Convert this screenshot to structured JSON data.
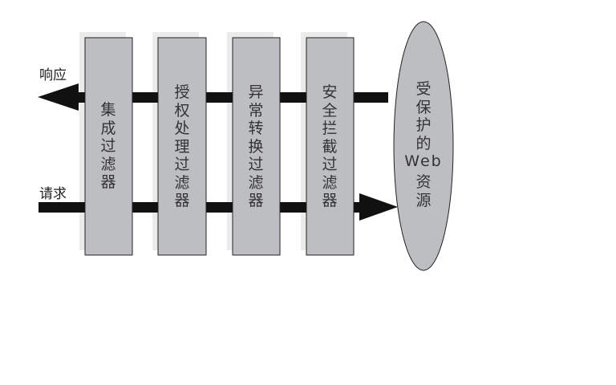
{
  "labels": {
    "response": "响应",
    "request": "请求"
  },
  "filters": [
    {
      "name": "集成过滤器"
    },
    {
      "name": "授权处理过滤器"
    },
    {
      "name": "异常转换过滤器"
    },
    {
      "name": "安全拦截过滤器"
    }
  ],
  "resource": {
    "line1": "受保护的",
    "line2": "Web",
    "line3": "资源"
  },
  "colors": {
    "box_fill": "#bdbec2",
    "shadow": "#ebebeb",
    "arrow": "#111111"
  }
}
